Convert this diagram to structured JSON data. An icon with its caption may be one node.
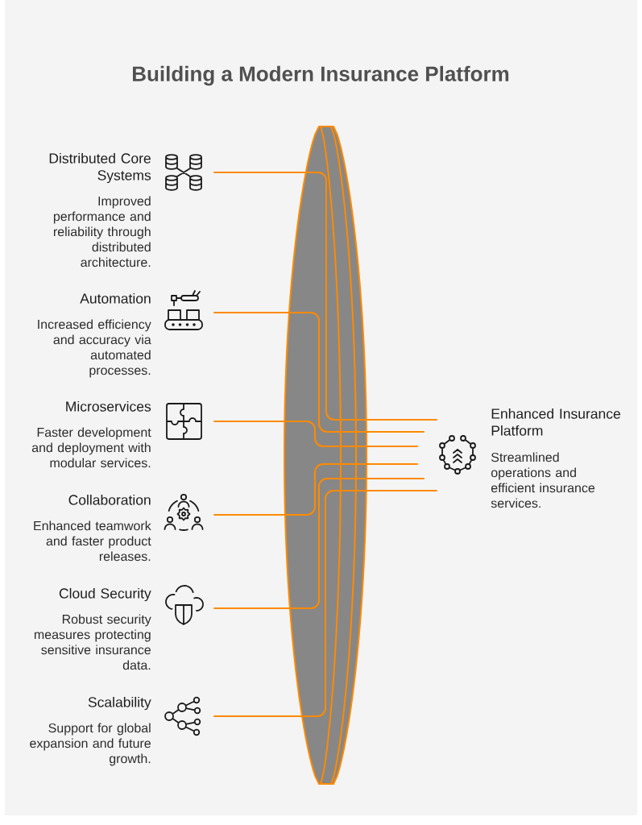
{
  "diagram": {
    "title": "Building a Modern Insurance Platform",
    "nodes": [
      {
        "text": [
          "Distributed Core Systems",
          "Improved performance and reliability through distributed architecture."
        ]
      },
      {
        "text": [],
        "shape": "picture"
      },
      {
        "text": [
          "Automation",
          "Increased efficiency and accuracy via automated processes."
        ]
      },
      {
        "text": [],
        "shape": "picture"
      },
      {
        "text": [
          "Microservices",
          "Faster development and deployment with modular services."
        ]
      },
      {
        "text": [],
        "shape": "picture"
      },
      {
        "text": [
          "Collaboration",
          "Enhanced teamwork and faster product releases."
        ]
      },
      {
        "text": [],
        "shape": "picture"
      },
      {
        "text": [
          "Cloud Security",
          "Robust security measures protecting sensitive insurance data."
        ]
      },
      {
        "text": [],
        "shape": "picture"
      },
      {
        "text": [
          "Scalability",
          "Support for global expansion and future growth."
        ]
      },
      {
        "text": [],
        "shape": "picture"
      },
      {
        "text": [],
        "shape": "picture"
      },
      {
        "text": [
          "Enhanced Insurance Platform",
          "Streamlined operations and efficient insurance services."
        ]
      }
    ],
    "edges": [
      {
        "from": 1,
        "to": 12,
        "arrow": "none"
      },
      {
        "from": 3,
        "to": 12,
        "arrow": "none"
      },
      {
        "from": 5,
        "to": 12,
        "arrow": "none"
      },
      {
        "from": 7,
        "to": 12,
        "arrow": "none"
      },
      {
        "from": 9,
        "to": 12,
        "arrow": "none"
      },
      {
        "from": 11,
        "to": 12,
        "arrow": "none"
      }
    ]
  }
}
